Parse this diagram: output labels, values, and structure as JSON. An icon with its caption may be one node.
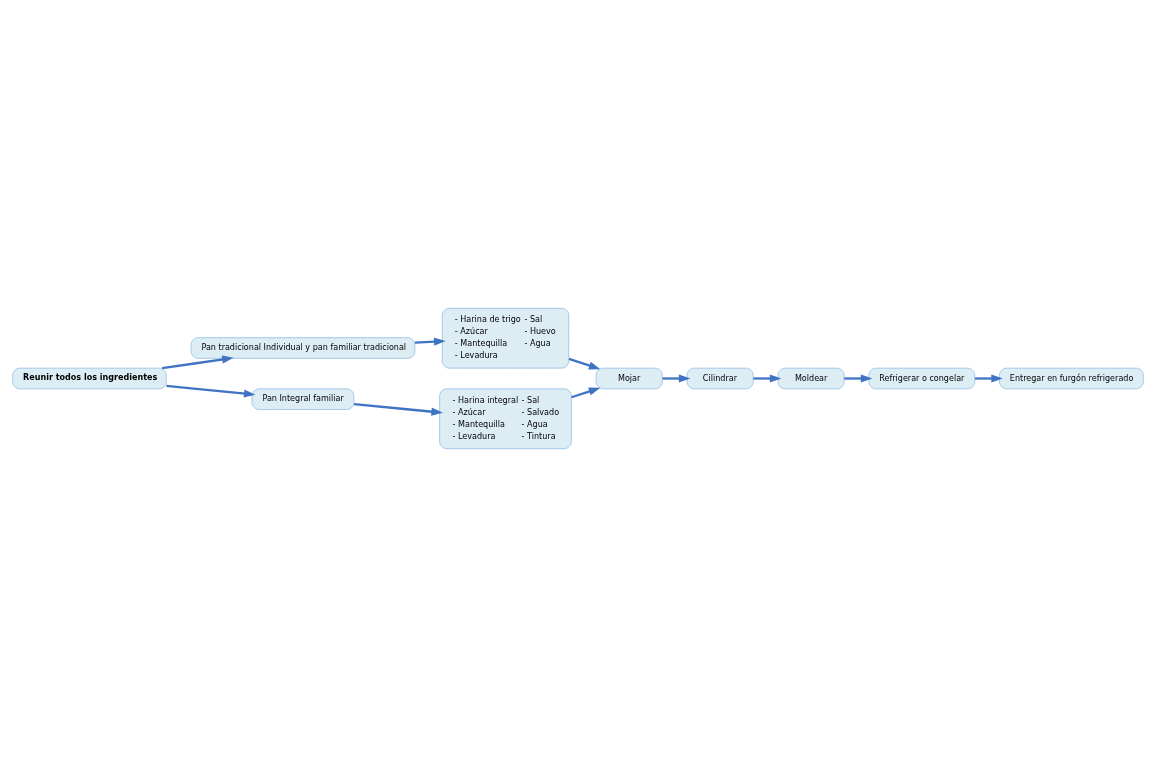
{
  "diagram": {
    "nodes": [
      {
        "text": [
          "Reunir todos los ingredientes"
        ]
      },
      {
        "text": [
          "- Harina de trigo",
          "- Azúcar",
          "- Mantequilla",
          "- Levadura",
          "- Sal",
          "- Huevo",
          "- Agua"
        ]
      },
      {
        "text": [
          "Pan tradicional Individual y pan familiar tradicional"
        ]
      },
      {
        "text": [
          "Pan Integral familiar"
        ]
      },
      {
        "text": [
          "- Harina integral",
          "- Azúcar",
          "- Mantequilla",
          "- Levadura",
          "- Sal",
          "- Salvado",
          "- Agua",
          "- Tintura"
        ]
      },
      {
        "text": [
          "Mojar"
        ]
      },
      {
        "text": [
          "Cilindrar"
        ]
      },
      {
        "text": [
          "Moldear"
        ]
      },
      {
        "text": [
          "Refrigerar o congelar"
        ]
      },
      {
        "text": [
          "Entregar en furgón refrigerado"
        ]
      }
    ],
    "edges": [
      {
        "from": 0,
        "to": 2,
        "arrow": "to"
      },
      {
        "from": 0,
        "to": 3,
        "arrow": "to"
      },
      {
        "from": 2,
        "to": 1,
        "arrow": "to"
      },
      {
        "from": 3,
        "to": 4,
        "arrow": "to"
      },
      {
        "from": 1,
        "to": 5,
        "arrow": "to"
      },
      {
        "from": 4,
        "to": 5,
        "arrow": "to"
      },
      {
        "from": 5,
        "to": 6,
        "arrow": "to"
      },
      {
        "from": 6,
        "to": 7,
        "arrow": "to"
      },
      {
        "from": 7,
        "to": 8,
        "arrow": "to"
      },
      {
        "from": 8,
        "to": 9,
        "arrow": "to"
      }
    ]
  }
}
